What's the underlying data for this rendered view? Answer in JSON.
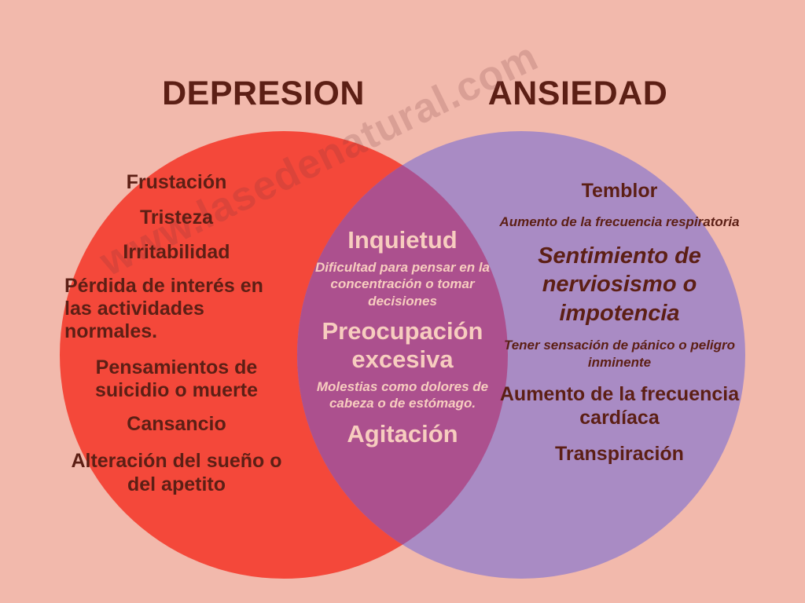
{
  "titles": {
    "left": "DEPRESION",
    "right": "ANSIEDAD"
  },
  "watermark": "www.lasedenatural.com",
  "colors": {
    "background": "#f2b9ac",
    "left_circle": "#f4483a",
    "right_circle": "#a98bc4",
    "overlap": "#ac508e",
    "title_text": "#5c1f15",
    "side_text": "#5c1f15",
    "center_text": "#f7cdbf"
  },
  "left_items": [
    "Frustación",
    "Tristeza",
    "Irritabilidad",
    "Pérdida de interés en las actividades normales.",
    "Pensamientos de suicidio o muerte",
    "Cansancio",
    "Alteración del sueño o del apetito"
  ],
  "center_items": [
    "Inquietud",
    "Dificultad para pensar en la concentración o tomar decisiones",
    "Preocupación excesiva",
    "Molestias como dolores de cabeza o de estómago.",
    "Agitación"
  ],
  "right_items": [
    "Temblor",
    "Aumento de la frecuencia respiratoria",
    "Sentimiento de nerviosismo o impotencia",
    "Tener sensación de pánico o peligro inminente",
    "Aumento de la frecuencia cardíaca",
    "Transpiración"
  ]
}
